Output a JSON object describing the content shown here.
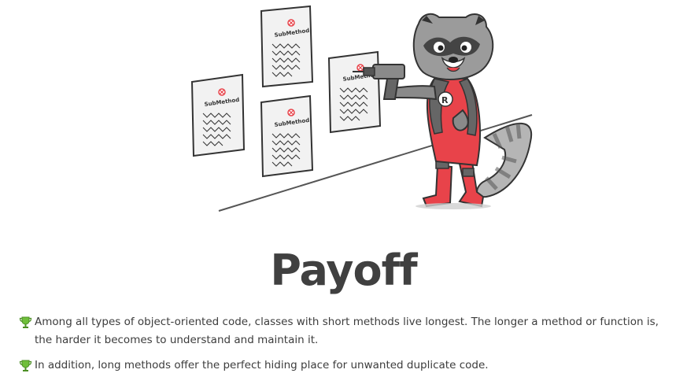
{
  "illustration": {
    "note_label": "SubMethod",
    "note_icon": "x-circle-icon",
    "mascot": "raccoon-with-drill",
    "mascot_badge": "R"
  },
  "section": {
    "title": "Payoff"
  },
  "payoff_items": [
    {
      "icon": "trophy-icon",
      "text": "Among all types of object-oriented code, classes with short methods live longest. The longer a method or function is, the harder it becomes to understand and maintain it."
    },
    {
      "icon": "trophy-icon",
      "text": "In addition, long methods offer the perfect hiding place for unwanted duplicate code."
    }
  ],
  "colors": {
    "title": "#404040",
    "body_text": "#3c3c3c",
    "trophy": "#6fbf3a",
    "note_x": "#e8434a",
    "mascot_suit": "#e8434a",
    "mascot_fur": "#8a8a8a"
  }
}
